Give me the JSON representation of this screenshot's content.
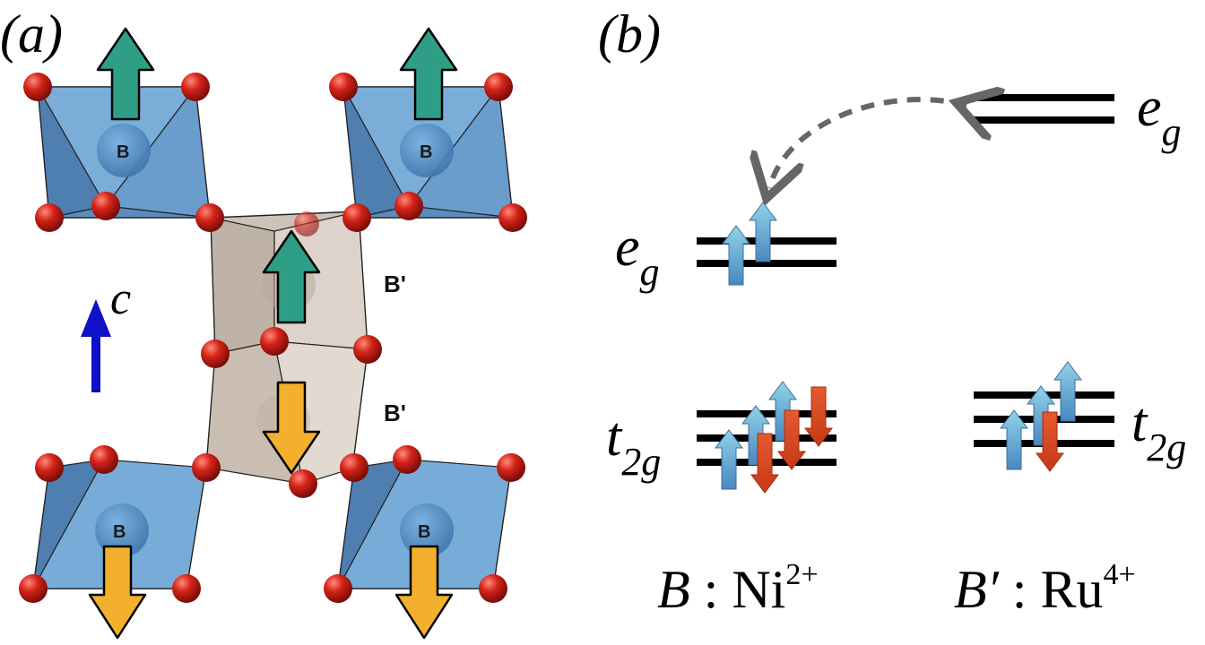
{
  "panels": {
    "a": "(a)",
    "b": "(b)"
  },
  "structure": {
    "site_b": "B",
    "site_b_prime": "B'",
    "axis_label": "c",
    "colors": {
      "octahedron_b": "#6f9fcc",
      "octahedron_b_prime": "#d2c6bb",
      "oxygen": "#d42318",
      "spin_up_arrow": "#2f9e87",
      "spin_down_arrow": "#f2b02e",
      "axis_arrow": "#1010c8"
    }
  },
  "levels": {
    "eg_ru": {
      "base": "e",
      "sub": "g"
    },
    "eg_ni": {
      "base": "e",
      "sub": "g"
    },
    "t2g_ni": {
      "base": "t",
      "sub": "2g"
    },
    "t2g_ru": {
      "base": "t",
      "sub": "2g"
    },
    "ion_ni": {
      "site": "B",
      "sep": " : ",
      "element": "Ni",
      "charge": "2+"
    },
    "ion_ru": {
      "site": "B′",
      "sep": " : ",
      "element": "Ru",
      "charge": "4+"
    },
    "colors": {
      "spin_up": "#6da4d6",
      "spin_down": "#dd4a22",
      "hopping_arrow": "#666666"
    }
  }
}
